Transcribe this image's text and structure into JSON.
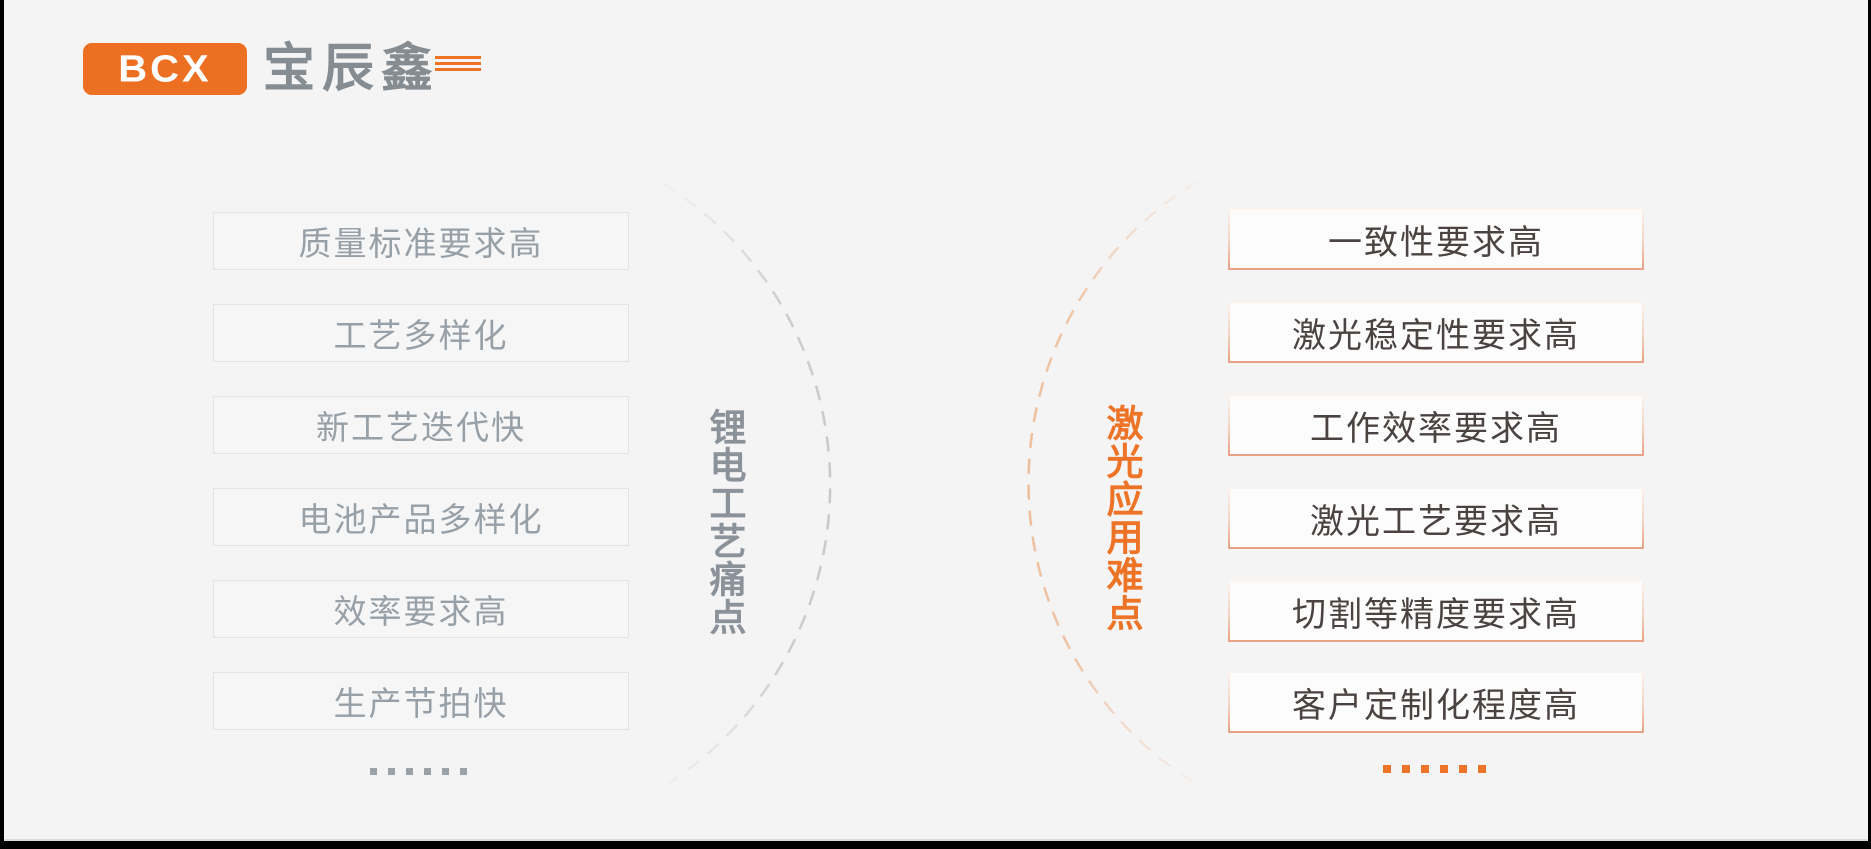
{
  "logo": {
    "abbr": "BCX",
    "name": "宝辰鑫",
    "brand_orange": "#ed6f21",
    "brand_gray": "#868d92"
  },
  "left_panel": {
    "label": "锂电工艺痛点",
    "label_color": "#8b929a",
    "items": [
      "质量标准要求高",
      "工艺多样化",
      "新工艺迭代快",
      "电池产品多样化",
      "效率要求高",
      "生产节拍快"
    ],
    "ellipsis": "......",
    "box_text_color": "#98a0a7",
    "box_bg": "#f6f6f7",
    "box_border": "#e3e3e5",
    "arc_color": "#c6c8cc"
  },
  "right_panel": {
    "label": "激光应用难点",
    "label_color": "#ed7326",
    "items": [
      "一致性要求高",
      "激光稳定性要求高",
      "工作效率要求高",
      "激光工艺要求高",
      "切割等精度要求高",
      "客户定制化程度高"
    ],
    "ellipsis": "......",
    "box_text_color": "#4a4341",
    "box_bg": "#fdfcfc",
    "box_border_bottom": "#e9a183",
    "arc_color": "#eec0a0"
  },
  "background": "#f4f4f4"
}
